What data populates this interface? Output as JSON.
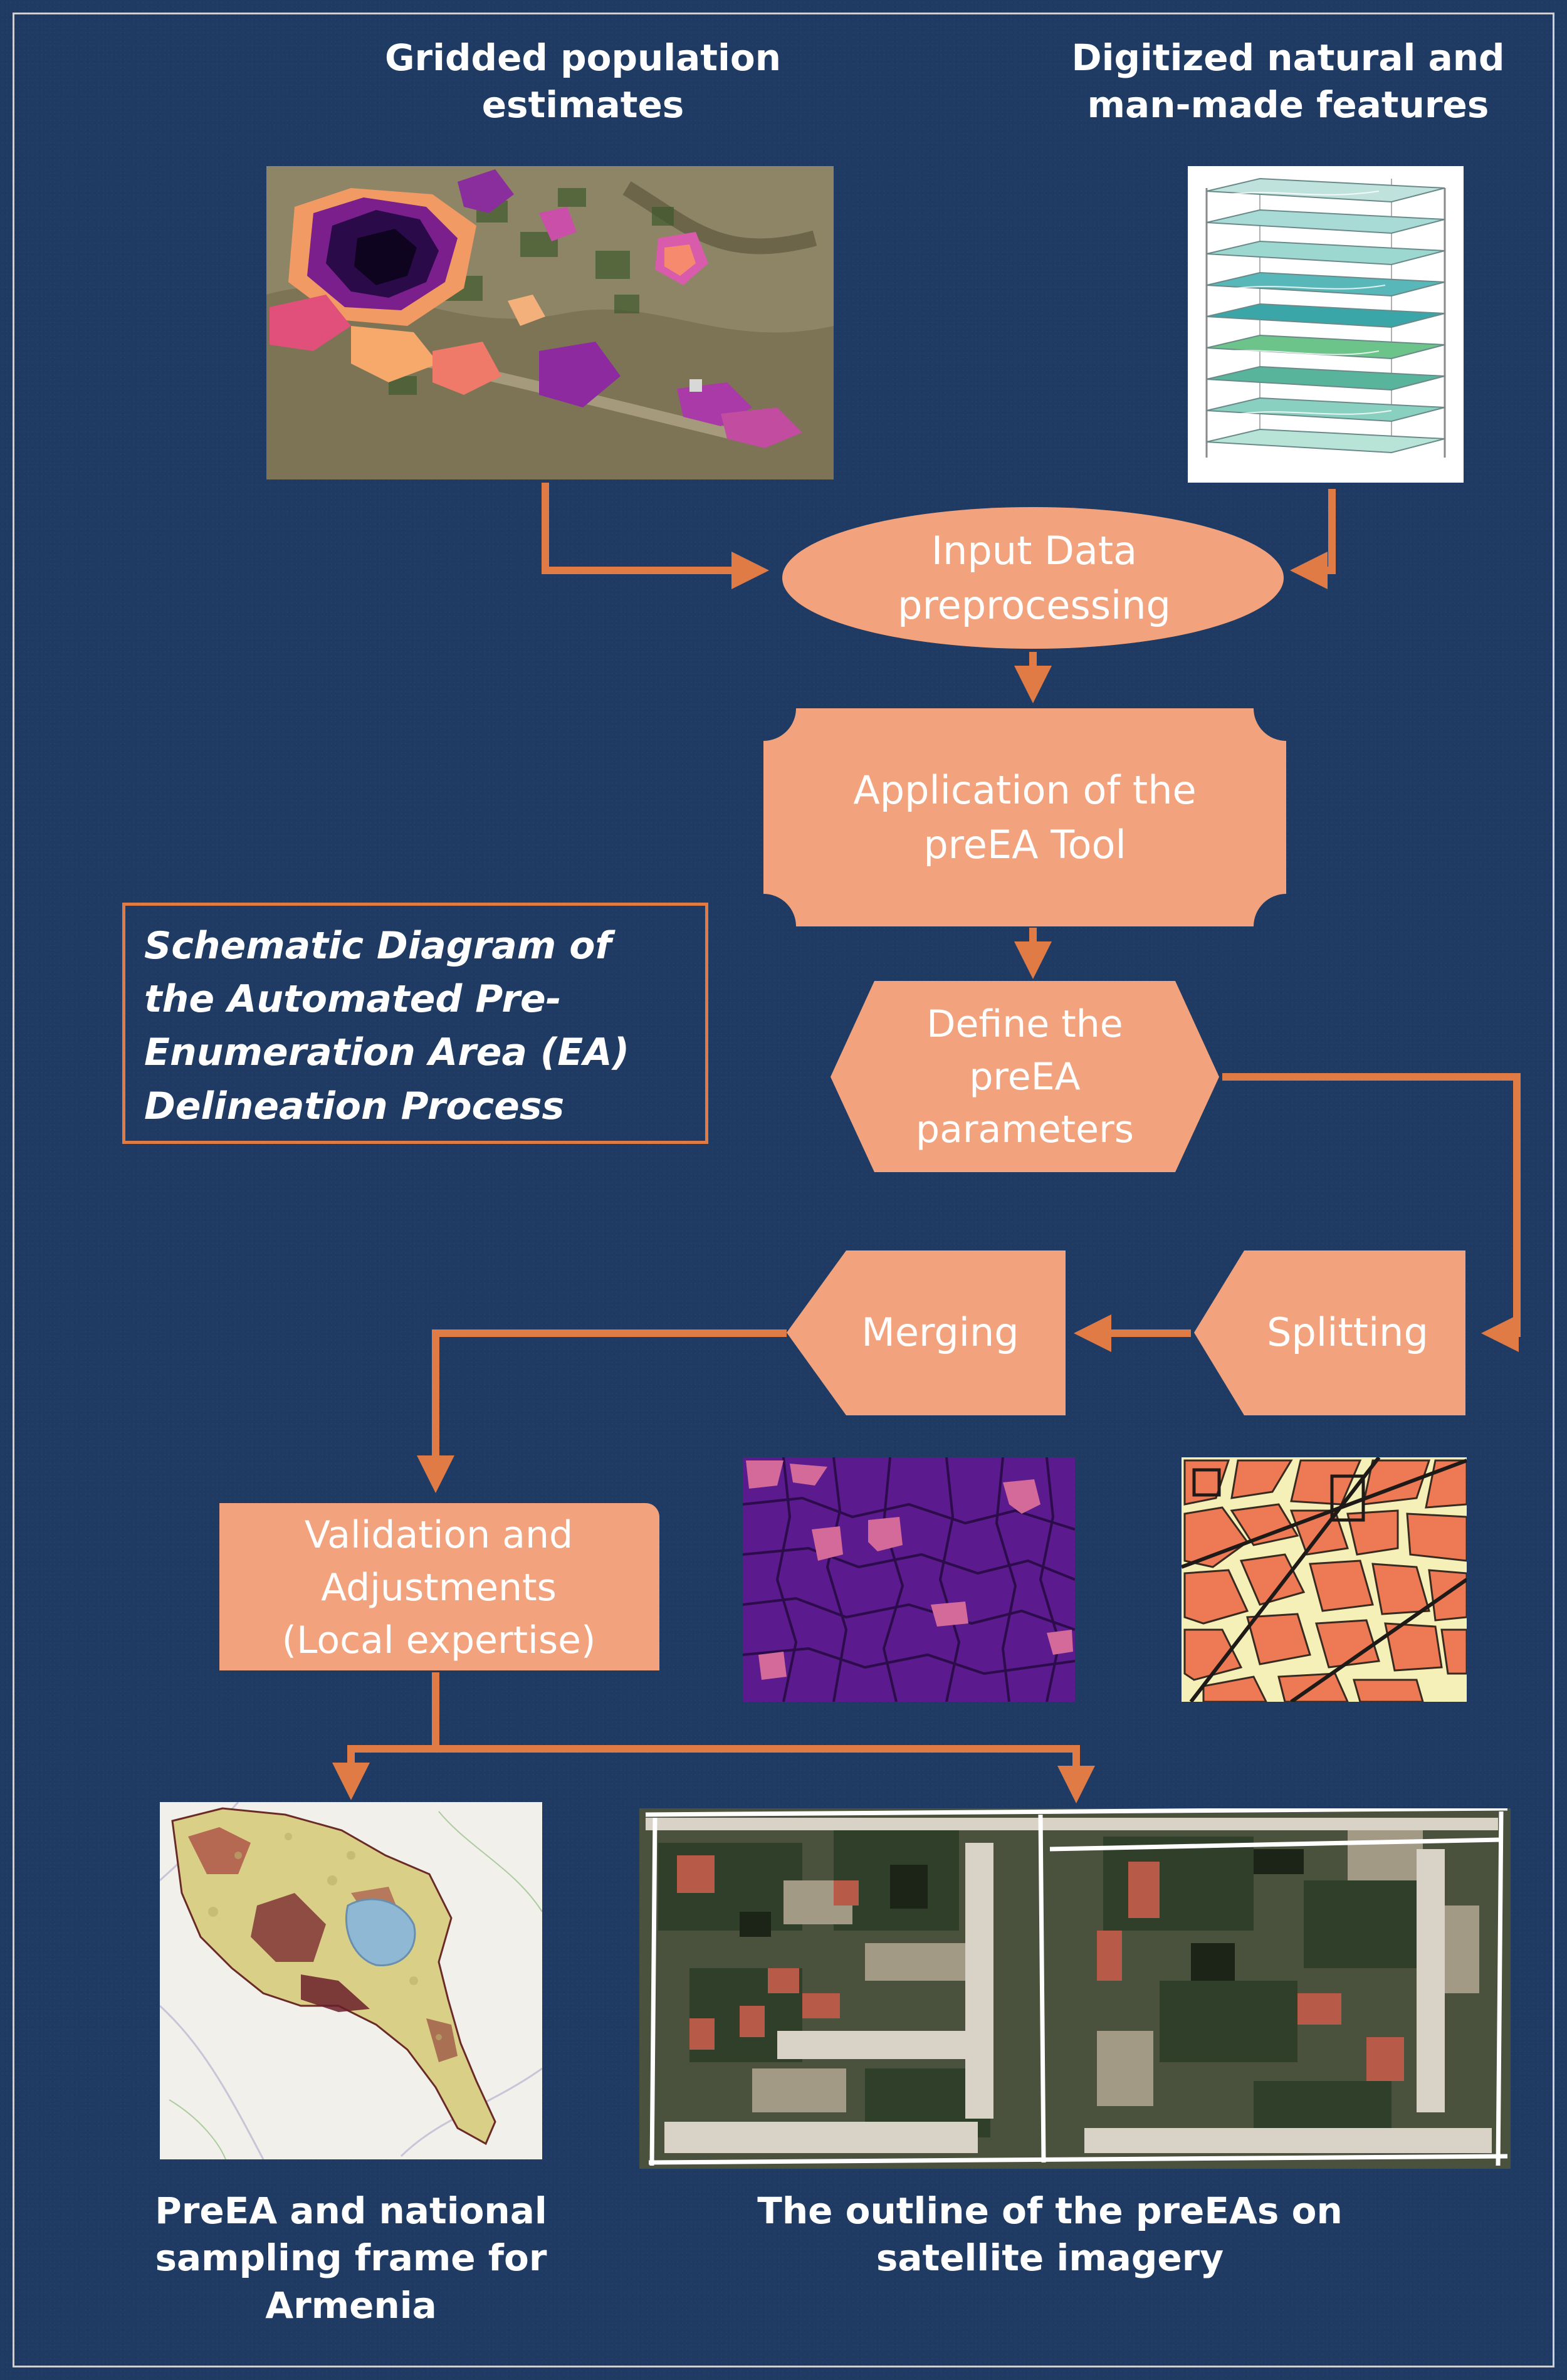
{
  "inputs": {
    "population_label": "Gridded population\nestimates",
    "features_label": "Digitized natural and\nman-made features"
  },
  "steps": {
    "preprocessing": "Input Data\npreprocessing",
    "tool": "Application of the\npreEA Tool",
    "parameters": "Define the\npreEA\nparameters",
    "splitting": "Splitting",
    "merging": "Merging",
    "validation": "Validation and\nAdjustments\n(Local expertise)"
  },
  "title": "Schematic Diagram of\nthe Automated Pre-\nEnumeration Area (EA)\nDelineation Process",
  "outputs": {
    "armenia_label": "PreEA and national\nsampling frame for\nArmenia",
    "satellite_label": "The outline of the preEAs on\nsatellite imagery"
  },
  "colors": {
    "background": "#1f3b63",
    "node_fill": "#f2a27c",
    "arrow": "#e07b45",
    "text": "#ffffff"
  }
}
